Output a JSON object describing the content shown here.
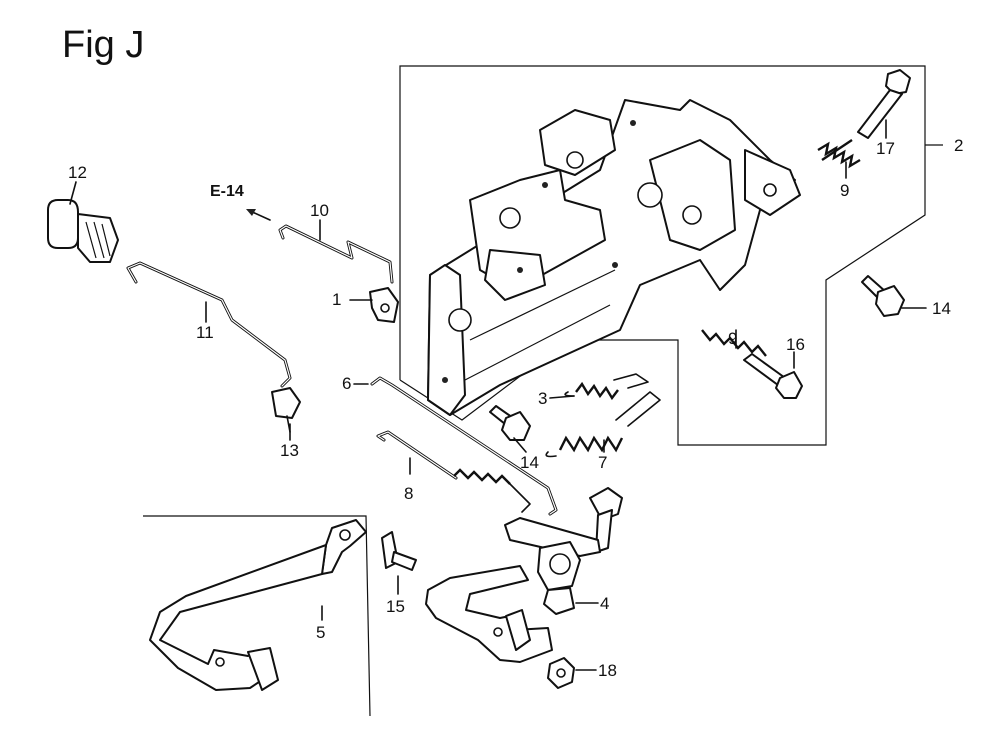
{
  "figure_title": "Fig J",
  "reference": "E-14",
  "callouts": {
    "c1": "1",
    "c2": "2",
    "c3": "3",
    "c4": "4",
    "c5": "5",
    "c6": "6",
    "c7": "7",
    "c8": "8",
    "c9a": "9",
    "c9b": "9",
    "c10": "10",
    "c11": "11",
    "c12": "12",
    "c13": "13",
    "c14a": "14",
    "c14b": "14",
    "c15": "15",
    "c16": "16",
    "c17": "17",
    "c18": "18"
  }
}
